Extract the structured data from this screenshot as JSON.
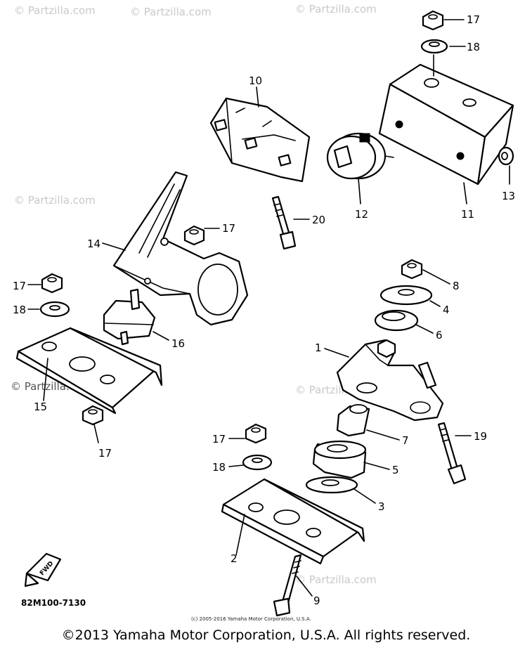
{
  "diagram": {
    "watermark": "© Partzilla.com",
    "diagram_code": "82M100-7130",
    "fwd_label": "FWD",
    "small_copyright": "(c) 2005-2016 Yamaha Motor Corporation, U.S.A.",
    "copyright": "©2013 Yamaha Motor Corporation, U.S.A. All rights reserved."
  },
  "callouts": {
    "c1": "1",
    "c2": "2",
    "c3": "3",
    "c4": "4",
    "c5": "5",
    "c6": "6",
    "c7": "7",
    "c8": "8",
    "c9": "9",
    "c10": "10",
    "c11": "11",
    "c12": "12",
    "c13": "13",
    "c14": "14",
    "c15": "15",
    "c16": "16",
    "c17a": "17",
    "c17b": "17",
    "c17c": "17",
    "c17d": "17",
    "c17e": "17",
    "c18a": "18",
    "c18b": "18",
    "c18c": "18",
    "c19": "19",
    "c20": "20"
  }
}
